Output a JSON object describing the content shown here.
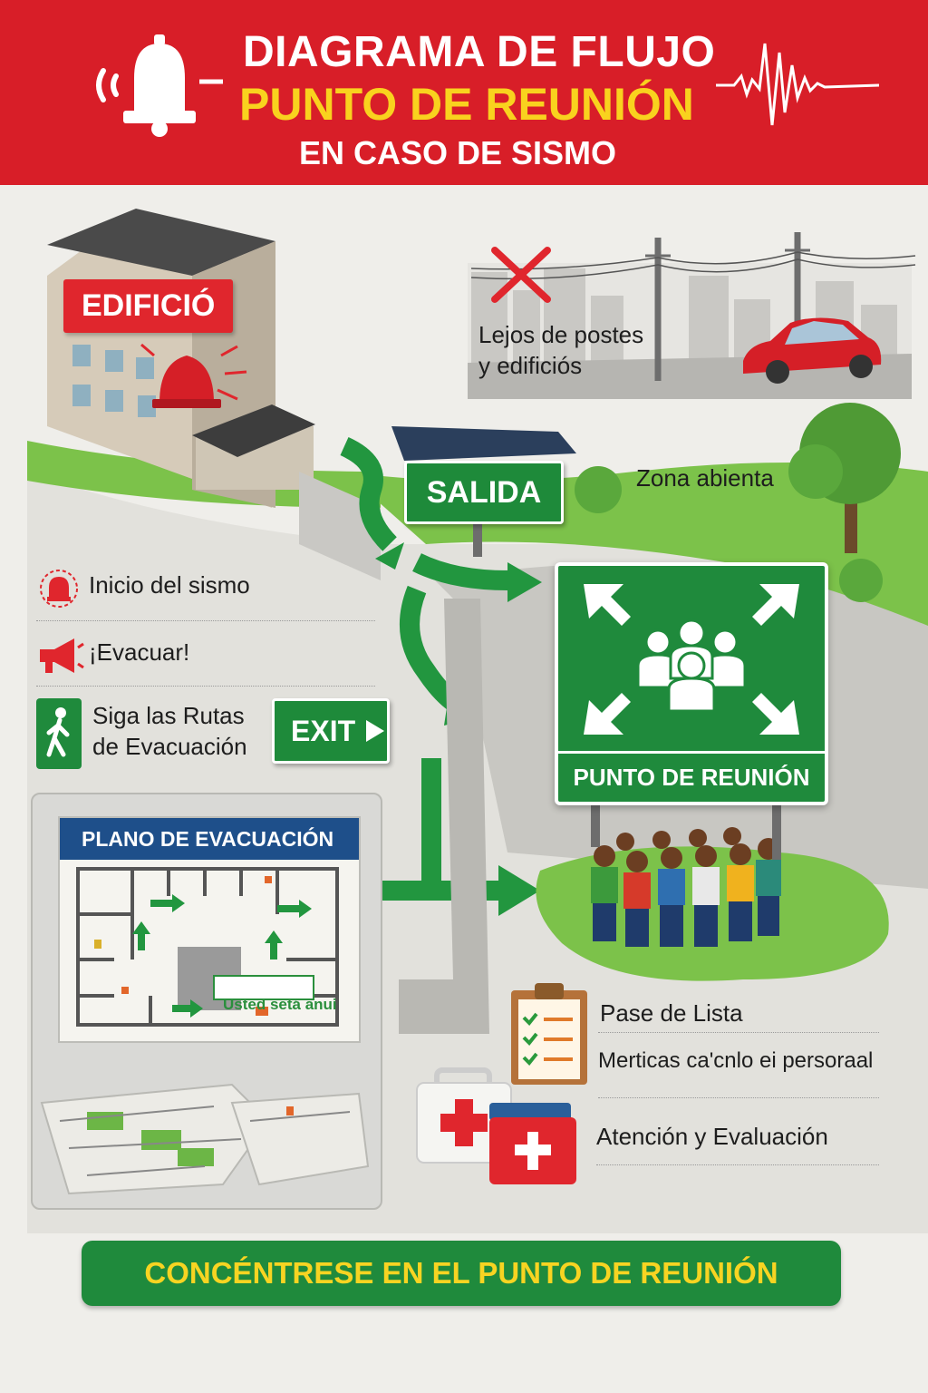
{
  "header": {
    "line1": "DIAGRAMA DE FLUJO",
    "line2": "PUNTO DE REUNIÓN",
    "line3": "EN CASO DE SISMO"
  },
  "building_tag": "EDIFICIÓ",
  "hazard_note": {
    "line1": "Lejos de postes",
    "line2": "y edificiós"
  },
  "exit_sign": "SALIDA",
  "open_zone": "Zona abienta",
  "steps": [
    {
      "icon": "alarm-bell-icon",
      "label": "Inicio del sismo"
    },
    {
      "icon": "megaphone-icon",
      "label": "¡Evacuar!"
    },
    {
      "icon": "walking-person-icon",
      "label": "Siga las Rutas",
      "label2": "de Evacuación"
    }
  ],
  "exit_badge": "EXIT",
  "assembly_point": "PUNTO DE REUNIÓN",
  "plan": {
    "title": "PLANO DE EVACUACIÓN",
    "you_are_here": "Usted setá anui"
  },
  "checklist": {
    "title": "Pase de Lista",
    "subtitle": "Merticas ca'cnlo ei persoraal"
  },
  "first_aid": "Atención y Evaluación",
  "footer": "CONCÉNTRESE EN EL PUNTO DE REUNIÓN",
  "colors": {
    "red": "#d81e28",
    "yellow": "#f9d21e",
    "green": "#1f8a3c",
    "blue": "#1e4f8a"
  }
}
